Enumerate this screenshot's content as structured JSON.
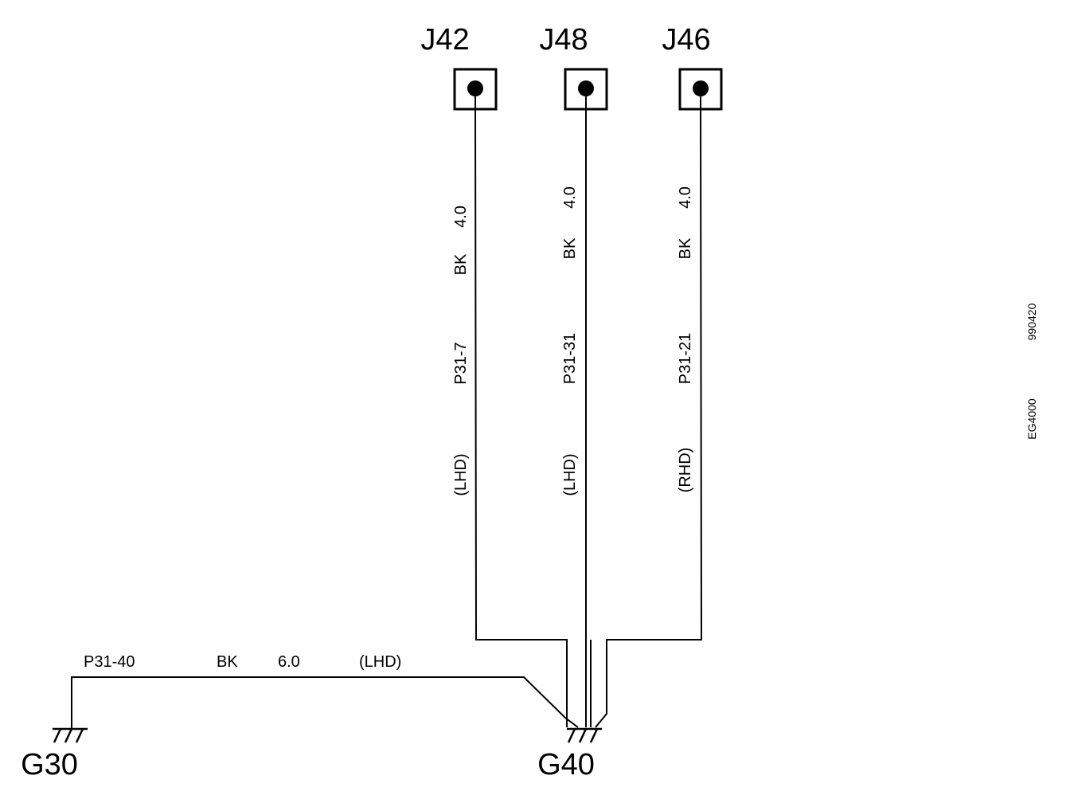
{
  "connectors": [
    {
      "id": "J42"
    },
    {
      "id": "J48"
    },
    {
      "id": "J46"
    }
  ],
  "vertical_wires": [
    {
      "size": "4.0",
      "color": "BK",
      "pin": "P31-7",
      "variant": "(LHD)"
    },
    {
      "size": "4.0",
      "color": "BK",
      "pin": "P31-31",
      "variant": "(LHD)"
    },
    {
      "size": "4.0",
      "color": "BK",
      "pin": "P31-21",
      "variant": "(RHD)"
    }
  ],
  "horizontal_wire": {
    "pin": "P31-40",
    "color": "BK",
    "size": "6.0",
    "variant": "(LHD)"
  },
  "grounds": [
    {
      "id": "G30"
    },
    {
      "id": "G40"
    }
  ],
  "doc_codes": {
    "code_a": "990420",
    "code_b": "EG4000"
  }
}
